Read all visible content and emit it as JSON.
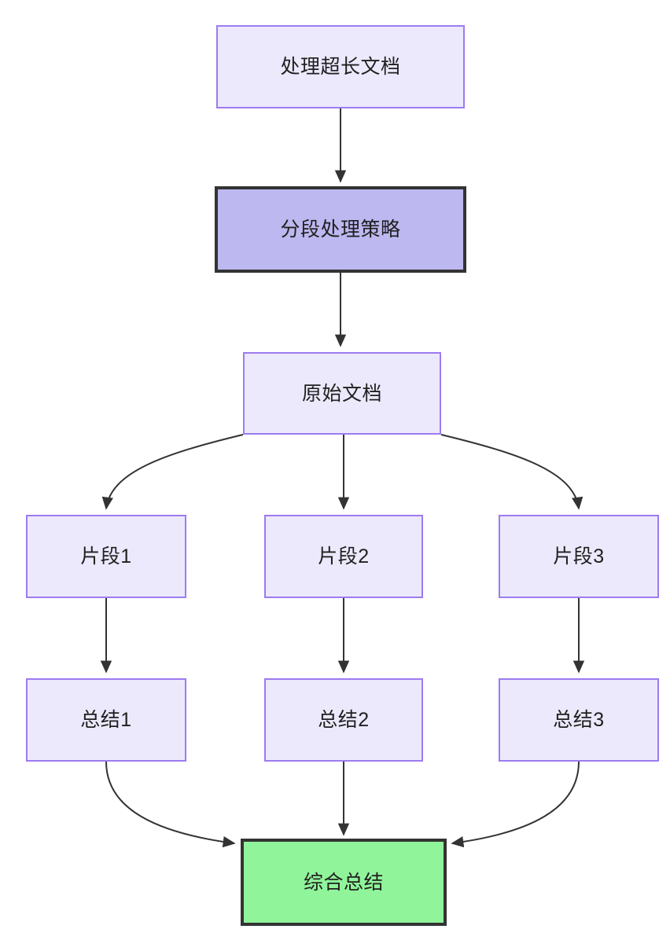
{
  "diagram": {
    "type": "flowchart",
    "direction": "top-down",
    "background_color": "#ffffff",
    "styles": {
      "normal_fill": "#ece9fc",
      "normal_border": "#9d7bf0",
      "highlight_fill": "#bdb8f0",
      "highlight_border": "#333333",
      "final_fill": "#90f59a",
      "final_border": "#333333",
      "edge_color": "#333333",
      "text_color": "#1f1f1f"
    },
    "nodes": [
      {
        "id": "n1",
        "label": "处理超长文档",
        "style": "normal"
      },
      {
        "id": "n2",
        "label": "分段处理策略",
        "style": "highlight"
      },
      {
        "id": "n3",
        "label": "原始文档",
        "style": "normal"
      },
      {
        "id": "n4",
        "label": "片段1",
        "style": "normal"
      },
      {
        "id": "n5",
        "label": "片段2",
        "style": "normal"
      },
      {
        "id": "n6",
        "label": "片段3",
        "style": "normal"
      },
      {
        "id": "n7",
        "label": "总结1",
        "style": "normal"
      },
      {
        "id": "n8",
        "label": "总结2",
        "style": "normal"
      },
      {
        "id": "n9",
        "label": "总结3",
        "style": "normal"
      },
      {
        "id": "n10",
        "label": "综合总结",
        "style": "final"
      }
    ],
    "edges": [
      {
        "from": "处理超长文档",
        "to": "分段处理策略"
      },
      {
        "from": "分段处理策略",
        "to": "原始文档"
      },
      {
        "from": "原始文档",
        "to": "片段1"
      },
      {
        "from": "原始文档",
        "to": "片段2"
      },
      {
        "from": "原始文档",
        "to": "片段3"
      },
      {
        "from": "片段1",
        "to": "总结1"
      },
      {
        "from": "片段2",
        "to": "总结2"
      },
      {
        "from": "片段3",
        "to": "总结3"
      },
      {
        "from": "总结1",
        "to": "综合总结"
      },
      {
        "from": "总结2",
        "to": "综合总结"
      },
      {
        "from": "总结3",
        "to": "综合总结"
      }
    ]
  }
}
